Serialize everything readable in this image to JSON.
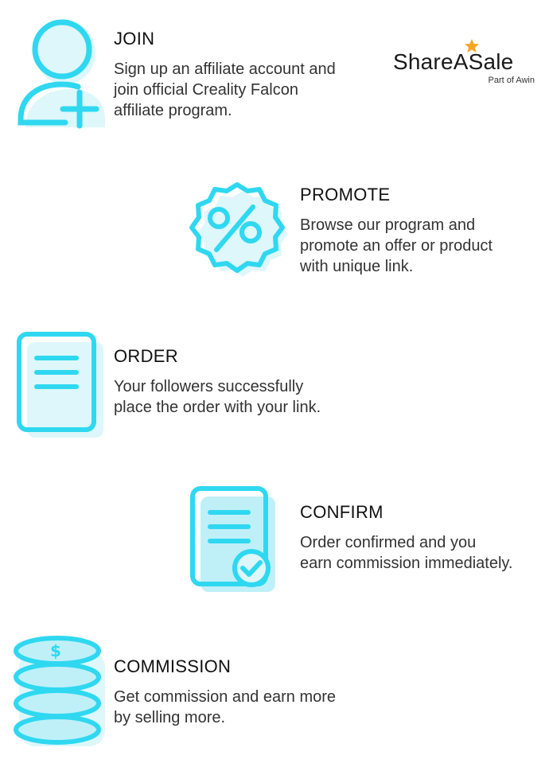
{
  "logo": {
    "name": "ShareASale",
    "subtitle": "Part of Awin",
    "star_color": "#F5A623"
  },
  "colors": {
    "accent": "#2FD8F0",
    "fill_light": "#DDF7FA",
    "fill_medium": "#BFF0F8"
  },
  "steps": [
    {
      "icon": "user-add-icon",
      "title": "JOIN",
      "description": "Sign up an affiliate account and\njoin official Creality Falcon\naffiliate program."
    },
    {
      "icon": "percent-badge-icon",
      "title": "PROMOTE",
      "description": "Browse our program and\npromote an offer or product\nwith unique link."
    },
    {
      "icon": "document-icon",
      "title": "ORDER",
      "description": "Your followers successfully\nplace the order with your link."
    },
    {
      "icon": "document-check-icon",
      "title": "CONFIRM",
      "description": "Order confirmed and you\nearn commission immediately."
    },
    {
      "icon": "coin-stack-icon",
      "title": "COMMISSION",
      "description": "Get commission and earn more\nby selling more."
    }
  ],
  "coin_symbol": "$"
}
